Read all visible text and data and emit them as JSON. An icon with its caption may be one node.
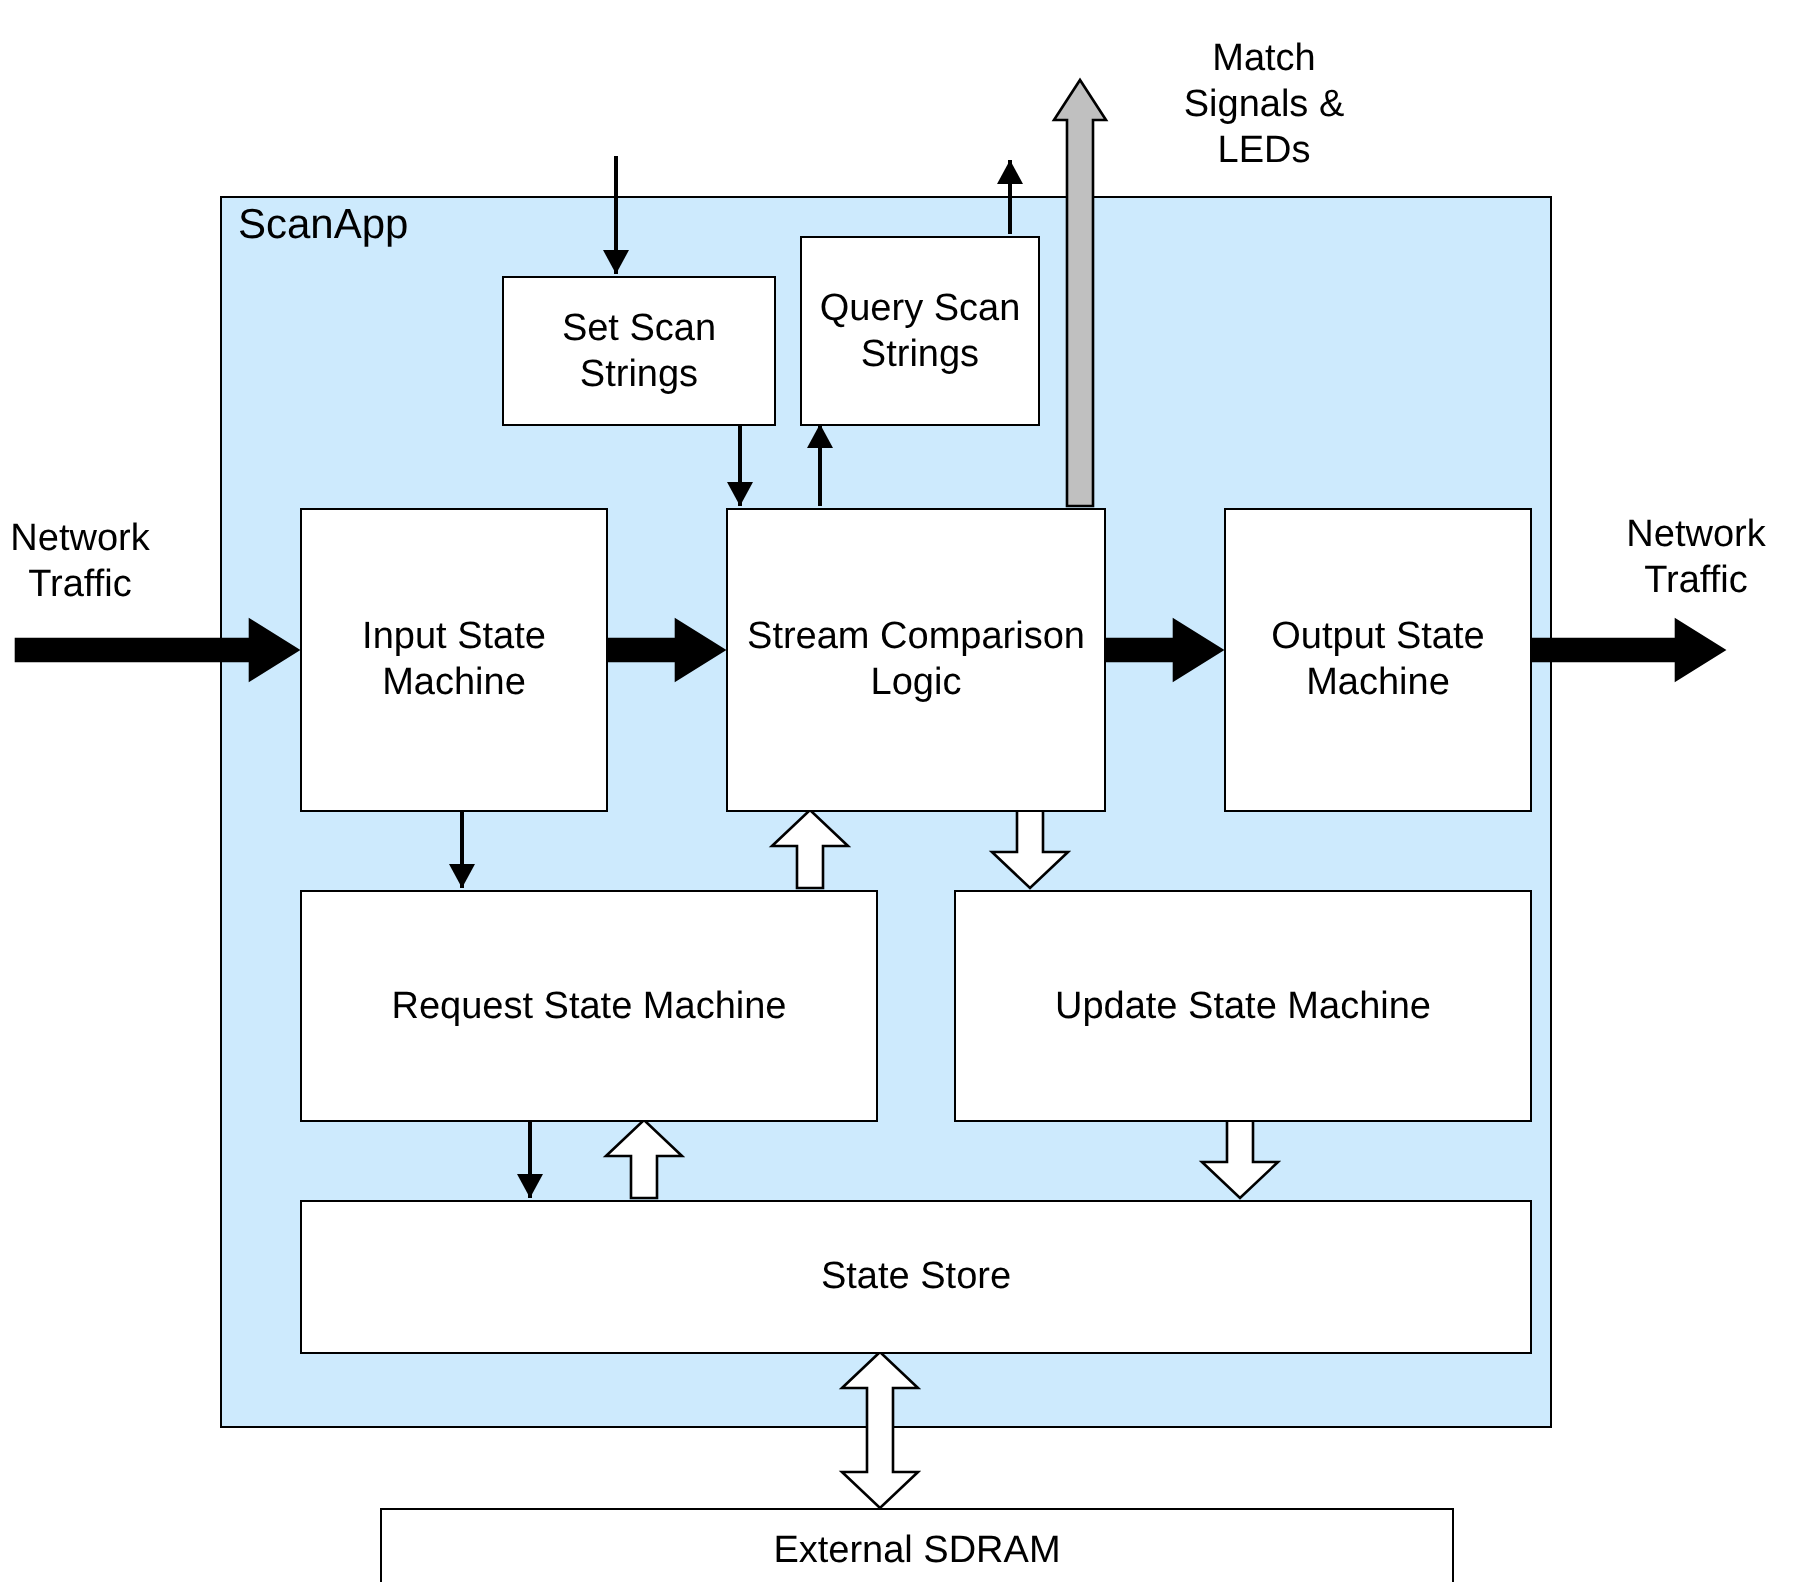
{
  "diagram": {
    "nodes": [
      {
        "text": [
          "ScanApp"
        ]
      },
      {
        "text": [
          "Set Scan Strings"
        ],
        "in": 0
      },
      {
        "text": [
          "Query Scan Strings"
        ],
        "in": 0
      },
      {
        "text": [
          "Input State Machine"
        ],
        "in": 0
      },
      {
        "text": [
          "Stream Comparison Logic"
        ],
        "in": 0
      },
      {
        "text": [
          "Output State Machine"
        ],
        "in": 0
      },
      {
        "text": [
          "Request State Machine"
        ],
        "in": 0
      },
      {
        "text": [
          "Update State Machine"
        ],
        "in": 0
      },
      {
        "text": [
          "State Store"
        ],
        "in": 0
      },
      {
        "text": [
          "External SDRAM"
        ]
      },
      {
        "text": [
          "Network Traffic"
        ]
      },
      {
        "text": [
          "Network Traffic"
        ]
      },
      {
        "text": [
          "Match Signals & LEDs"
        ]
      }
    ],
    "edges": [
      {
        "from": 10,
        "to": 3,
        "arrow": "to",
        "style": "thick"
      },
      {
        "from": 3,
        "to": 4,
        "arrow": "to",
        "style": "thick"
      },
      {
        "from": 4,
        "to": 5,
        "arrow": "to",
        "style": "thick"
      },
      {
        "from": 5,
        "to": 11,
        "arrow": "to",
        "style": "thick"
      },
      {
        "from": null,
        "to": 1,
        "arrow": "to"
      },
      {
        "from": 1,
        "to": 4,
        "arrow": "to"
      },
      {
        "from": 4,
        "to": 2,
        "arrow": "to"
      },
      {
        "from": 2,
        "to": null,
        "arrow": "to"
      },
      {
        "from": 4,
        "to": 12,
        "arrow": "to",
        "style": "thick",
        "color": "#c0c0c0"
      },
      {
        "from": 3,
        "to": 6,
        "arrow": "to"
      },
      {
        "from": 6,
        "to": 4,
        "arrow": "to",
        "style": "thick",
        "color": "#ffffff"
      },
      {
        "from": 4,
        "to": 7,
        "arrow": "to",
        "style": "thick",
        "color": "#ffffff"
      },
      {
        "from": 6,
        "to": 8,
        "arrow": "to"
      },
      {
        "from": 8,
        "to": 6,
        "arrow": "to",
        "style": "thick",
        "color": "#ffffff"
      },
      {
        "from": 7,
        "to": 8,
        "arrow": "to",
        "style": "thick",
        "color": "#ffffff"
      },
      {
        "from": 8,
        "to": 9,
        "arrow": "both",
        "style": "thick",
        "color": "#ffffff"
      }
    ]
  }
}
